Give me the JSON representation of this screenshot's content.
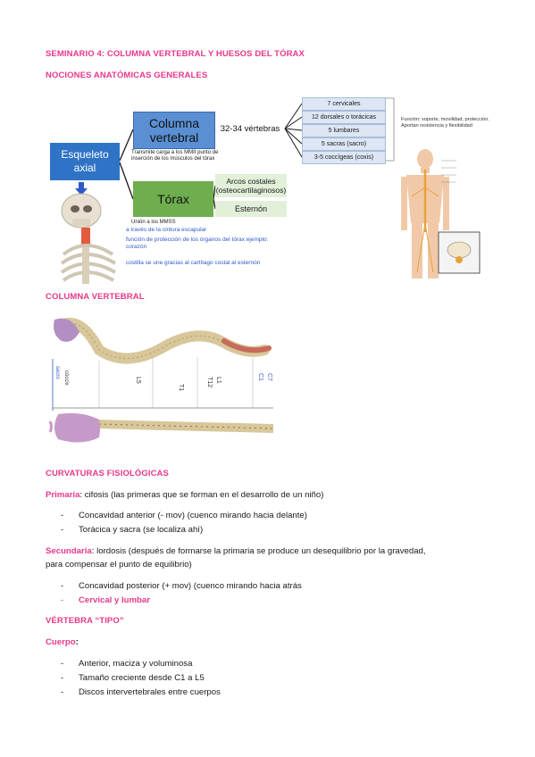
{
  "headings": {
    "seminar": "SEMINARIO 4: COLUMNA VERTEBRAL Y HUESOS DEL TÓRAX",
    "nociones": "NOCIONES ANATÓMICAS GENERALES",
    "columna": "COLUMNA VERTEBRAL",
    "curvaturas": "CURVATURAS FISIOLÓGICAS",
    "vertebra_tipo": "VÉRTEBRA “TIPO”"
  },
  "diagram": {
    "esqueleto": "Esqueleto axial",
    "columna": "Columna vertebral",
    "torax": "Tórax",
    "vertebras": "32-34 vértebras",
    "vert_list": [
      "7 cervicales",
      "12 dorsales o torácicas",
      "5 lumbares",
      "5 sacras (sacro)",
      "3-5 coccígeas (coxis)"
    ],
    "arcos": "Arcos costales (osteocartilaginosos)",
    "esternon": "Esternón",
    "col_note": "Transmite carga a los MMII punto de inserción de los músculos del tórax",
    "union": "Unión a los MMSS",
    "blue_notes": [
      "a través de la cintura escapular",
      "función de protección de los órganos del tórax ejemplo: corazón",
      "costilla se une gracias al cartílago costal al esternón"
    ],
    "func_note": "Función: soporte, movilidad, protección. Aportan resistencia y flexibilidad"
  },
  "spine_labels": [
    "cóccix",
    "sacro",
    "T1",
    "T12",
    "L1",
    "L5",
    "C1",
    "C7"
  ],
  "curvaturas": {
    "primaria_label": "Primaria",
    "primaria_text": ": cifosis (las primeras que se forman en el desarrollo de un niño)",
    "primaria_items": [
      "Concavidad anterior (- mov) (cuenco mirando hacia delante)",
      "Torácica y sacra (se localiza ahí)"
    ],
    "secundaria_label": "Secundaria",
    "secundaria_text_1": ": lordosis (después de formarse la primaria se produce un desequilibrio por la gravedad,",
    "secundaria_text_2": "para compensar el punto de equilibrio)",
    "secundaria_items": [
      "Concavidad posterior (+ mov) (cuenco mirando hacia atrás",
      "Cervical y lumbar"
    ]
  },
  "vertebra": {
    "cuerpo_label": "Cuerpo",
    "cuerpo_colon": ":",
    "items": [
      "Anterior, maciza y voluminosa",
      "Tamaño creciente desde C1 a L5",
      "Discos intervertebrales entre cuerpos"
    ]
  },
  "bullet": "-",
  "colors": {
    "accent": "#e8388a",
    "blue_box": "#2f73c6",
    "green_box": "#6fae4e"
  }
}
